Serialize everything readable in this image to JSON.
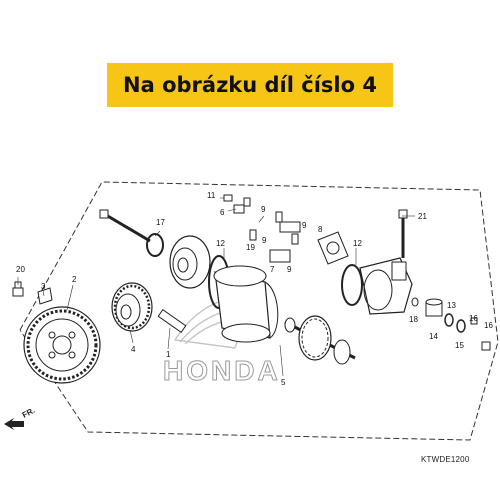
{
  "banner": {
    "text": "Na obrázku díl číslo 4",
    "bg_color": "#f7c516"
  },
  "part_numbers": [
    "1",
    "2",
    "3",
    "4",
    "5",
    "6",
    "7",
    "8",
    "9",
    "9",
    "9",
    "9",
    "11",
    "12",
    "12",
    "13",
    "14",
    "15",
    "16",
    "16",
    "17",
    "18",
    "19",
    "20",
    "21"
  ],
  "watermark": {
    "brand": "HONDA"
  },
  "direction_label": "FR.",
  "diagram_code": "KTWDE1200"
}
